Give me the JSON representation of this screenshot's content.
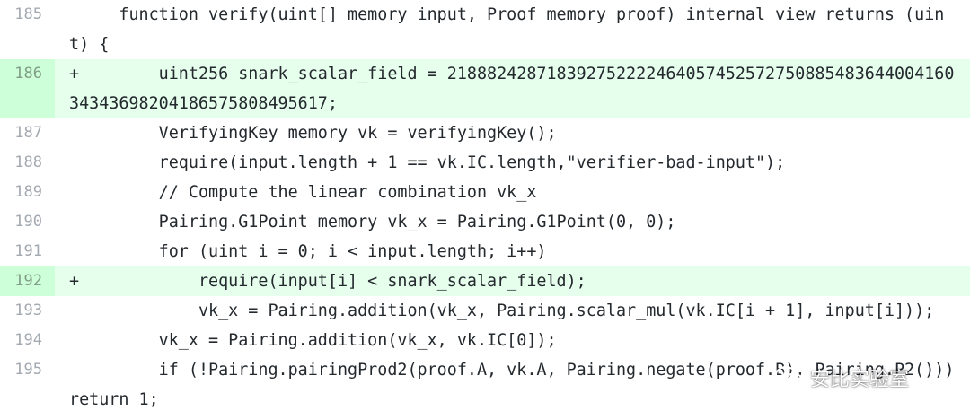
{
  "lines": [
    {
      "num": "185",
      "prefix": " ",
      "text": "    function verify(uint[] memory input, Proof memory proof) internal view returns (uint) {",
      "added": false
    },
    {
      "num": "186",
      "prefix": "+",
      "text": "        uint256 snark_scalar_field = 21888242871839275222246405745257275088548364400416034343698204186575808495617;",
      "added": true
    },
    {
      "num": "187",
      "prefix": " ",
      "text": "        VerifyingKey memory vk = verifyingKey();",
      "added": false
    },
    {
      "num": "188",
      "prefix": " ",
      "text": "        require(input.length + 1 == vk.IC.length,\"verifier-bad-input\");",
      "added": false
    },
    {
      "num": "189",
      "prefix": " ",
      "text": "        // Compute the linear combination vk_x",
      "added": false
    },
    {
      "num": "190",
      "prefix": " ",
      "text": "        Pairing.G1Point memory vk_x = Pairing.G1Point(0, 0);",
      "added": false
    },
    {
      "num": "191",
      "prefix": " ",
      "text": "        for (uint i = 0; i < input.length; i++)",
      "added": false
    },
    {
      "num": "192",
      "prefix": "+",
      "text": "            require(input[i] < snark_scalar_field);",
      "added": true
    },
    {
      "num": "193",
      "prefix": " ",
      "text": "            vk_x = Pairing.addition(vk_x, Pairing.scalar_mul(vk.IC[i + 1], input[i]));",
      "added": false
    },
    {
      "num": "194",
      "prefix": " ",
      "text": "        vk_x = Pairing.addition(vk_x, vk.IC[0]);",
      "added": false
    },
    {
      "num": "195",
      "prefix": " ",
      "text": "        if (!Pairing.pairingProd2(proof.A, vk.A, Pairing.negate(proof.B), Pairing.P2())) return 1;",
      "added": false
    }
  ],
  "watermark": {
    "text": "安比实验室",
    "icon": "wechat-icon"
  },
  "colors": {
    "added_bg": "#e6ffed",
    "added_gutter": "#cdffd8",
    "line_number": "#a3a9b0",
    "code_text": "#24292e"
  }
}
